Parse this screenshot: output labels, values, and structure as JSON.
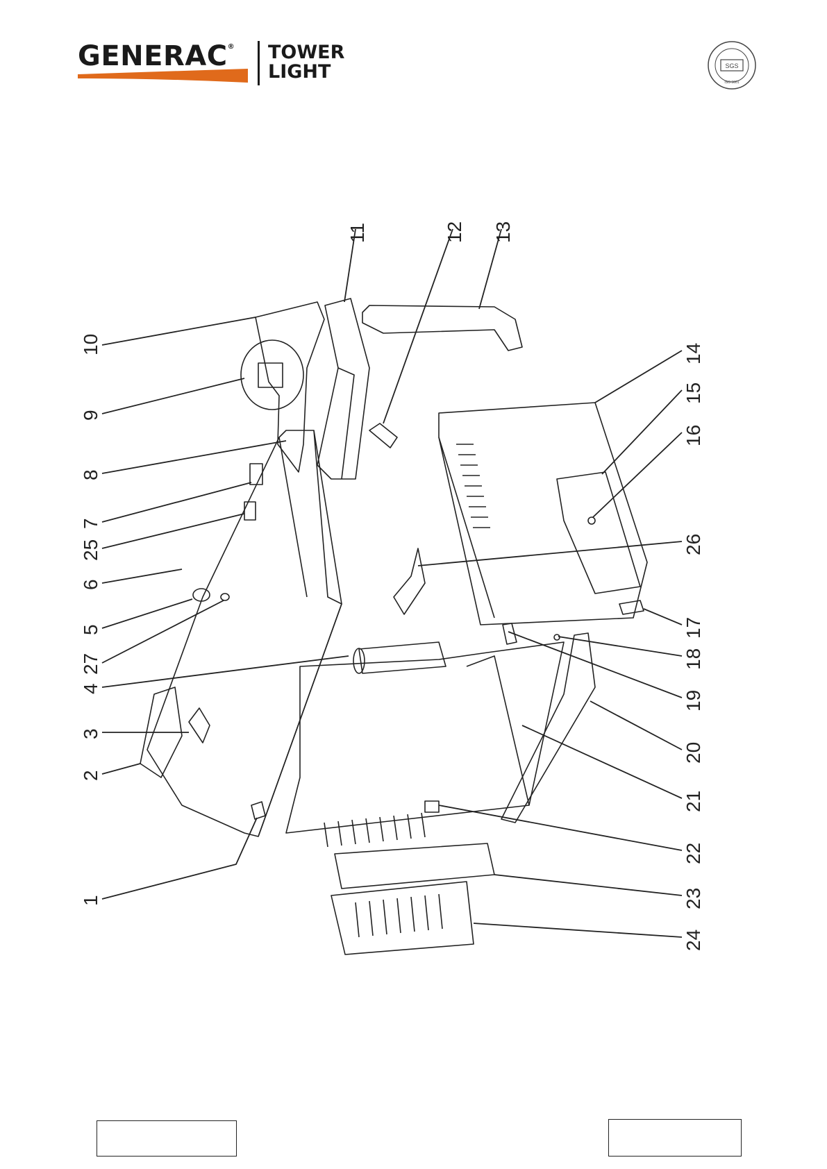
{
  "header": {
    "brand_name": "GENERAC",
    "brand_mark": "®",
    "product_line_1": "TOWER",
    "product_line_2": "LIGHT",
    "cert_seal_text": "Sistema di management certificato",
    "cert_seal_sub": "ISO 9001",
    "cert_seal_mark": "SGS",
    "brand_accent": "#e06a1b"
  },
  "diagram": {
    "callouts": [
      {
        "id": "c10",
        "label": "10"
      },
      {
        "id": "c9",
        "label": "9"
      },
      {
        "id": "c8",
        "label": "8"
      },
      {
        "id": "c7",
        "label": "7"
      },
      {
        "id": "c25",
        "label": "25"
      },
      {
        "id": "c6",
        "label": "6"
      },
      {
        "id": "c5",
        "label": "5"
      },
      {
        "id": "c27",
        "label": "27"
      },
      {
        "id": "c4",
        "label": "4"
      },
      {
        "id": "c3",
        "label": "3"
      },
      {
        "id": "c2",
        "label": "2"
      },
      {
        "id": "c1",
        "label": "1"
      },
      {
        "id": "c11",
        "label": "11"
      },
      {
        "id": "c12",
        "label": "12"
      },
      {
        "id": "c13",
        "label": "13"
      },
      {
        "id": "c14",
        "label": "14"
      },
      {
        "id": "c15",
        "label": "15"
      },
      {
        "id": "c16",
        "label": "16"
      },
      {
        "id": "c26",
        "label": "26"
      },
      {
        "id": "c17",
        "label": "17"
      },
      {
        "id": "c18",
        "label": "18"
      },
      {
        "id": "c19",
        "label": "19"
      },
      {
        "id": "c20",
        "label": "20"
      },
      {
        "id": "c21",
        "label": "21"
      },
      {
        "id": "c22",
        "label": "22"
      },
      {
        "id": "c23",
        "label": "23"
      },
      {
        "id": "c24",
        "label": "24"
      }
    ]
  },
  "footer": {
    "left_box_text": "",
    "right_box_text": ""
  }
}
